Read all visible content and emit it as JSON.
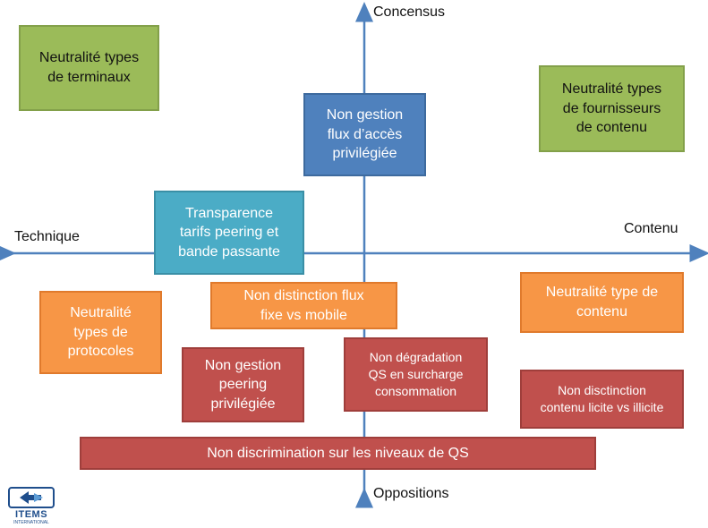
{
  "axes": {
    "top": "Concensus",
    "bottom": "Oppositions",
    "left": "Technique",
    "right": "Contenu"
  },
  "boxes": [
    {
      "id": "neutralite-terminaux",
      "lines": [
        "Neutralité types",
        "de terminaux"
      ],
      "color": "green"
    },
    {
      "id": "neutralite-fournisseurs",
      "lines": [
        "Neutralité types",
        "de fournisseurs",
        "de contenu"
      ],
      "color": "green"
    },
    {
      "id": "non-gestion-flux",
      "lines": [
        "Non gestion",
        "flux d’accès",
        "privilégiée"
      ],
      "color": "blue"
    },
    {
      "id": "transparence-tarifs",
      "lines": [
        "Transparence",
        "tarifs peering et",
        "bande passante"
      ],
      "color": "cyan"
    },
    {
      "id": "non-distinction-flux",
      "lines": [
        "Non distinction flux",
        "fixe vs mobile"
      ],
      "color": "orange"
    },
    {
      "id": "neutralite-type-contenu",
      "lines": [
        "Neutralité type de",
        "contenu"
      ],
      "color": "orange"
    },
    {
      "id": "neutralite-protocoles",
      "lines": [
        "Neutralité",
        "types de",
        "protocoles"
      ],
      "color": "orange"
    },
    {
      "id": "non-gestion-peering",
      "lines": [
        "Non gestion",
        "peering",
        "privilégiée"
      ],
      "color": "red"
    },
    {
      "id": "non-degradation-qs",
      "lines": [
        "Non dégradation",
        "QS en surcharge",
        "consommation"
      ],
      "color": "red"
    },
    {
      "id": "non-distinction-contenu",
      "lines": [
        "Non disctinction",
        "contenu licite vs illicite"
      ],
      "color": "red"
    },
    {
      "id": "non-discrimination-qs",
      "lines": [
        "Non discrimination sur les niveaux de QS"
      ],
      "color": "red"
    }
  ],
  "logo": {
    "text": "ITEMS",
    "subtext": "INTERNATIONAL"
  },
  "colors": {
    "axis": "#4f81bd",
    "green": "#9bbb59",
    "blue": "#4f81bd",
    "cyan": "#4bacc6",
    "orange": "#f79646",
    "red": "#c0504d"
  }
}
